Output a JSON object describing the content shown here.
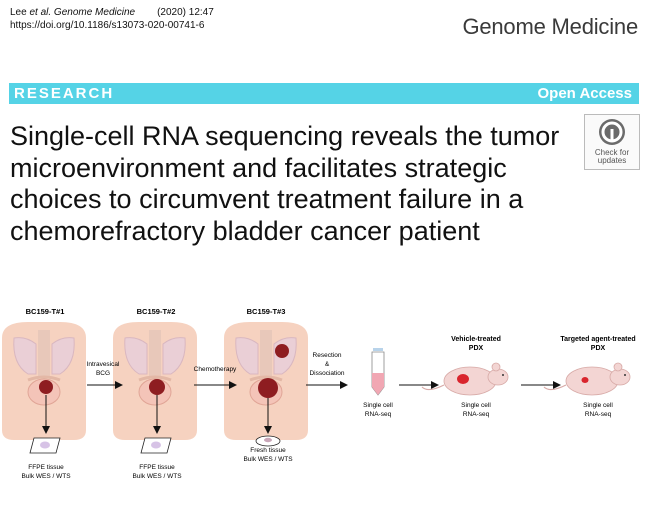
{
  "citation": {
    "authors": "Lee ",
    "etal_journal": "et al. Genome Medicine",
    "year_page": "(2020) 12:47",
    "doi": "https://doi.org/10.1186/s13073-020-00741-6"
  },
  "journal_name": "Genome Medicine",
  "banner": {
    "left": "RESEARCH",
    "right": "Open Access",
    "color": "#55d3e6"
  },
  "title": "Single-cell RNA sequencing reveals the tumor microenvironment and facilitates strategic choices to circumvent treatment failure in a chemorefractory bladder cancer patient",
  "check_updates": {
    "icon": "check-updates-icon",
    "label_line1": "Check for",
    "label_line2": "updates"
  },
  "figure": {
    "samples": [
      "BC159-T#1",
      "BC159-T#2",
      "BC159-T#3"
    ],
    "treatments": {
      "t1_line1": "Intravesical",
      "t1_line2": "BCG",
      "t2": "Chemotherapy",
      "t3_line1": "Resection",
      "t3_line2": "&",
      "t3_line3": "Dissociation"
    },
    "tissue_labels": {
      "ffpe1_line1": "FFPE tissue",
      "ffpe1_line2": "Bulk WES / WTS",
      "ffpe2_line1": "FFPE tissue",
      "ffpe2_line2": "Bulk WES / WTS",
      "fresh_line1": "Fresh tissue",
      "fresh_line2": "Bulk WES / WTS"
    },
    "pdx": {
      "vehicle_line1": "Vehicle-treated",
      "vehicle_line2": "PDX",
      "targeted_line1": "Targeted agent-treated",
      "targeted_line2": "PDX"
    },
    "scseq": {
      "line1": "Single cell",
      "line2": "RNA-seq"
    },
    "colors": {
      "skin": "#f6d2c0",
      "lung": "#eacfd6",
      "tumor": "#8e1d21",
      "mouse": "#f3d5d3"
    }
  }
}
